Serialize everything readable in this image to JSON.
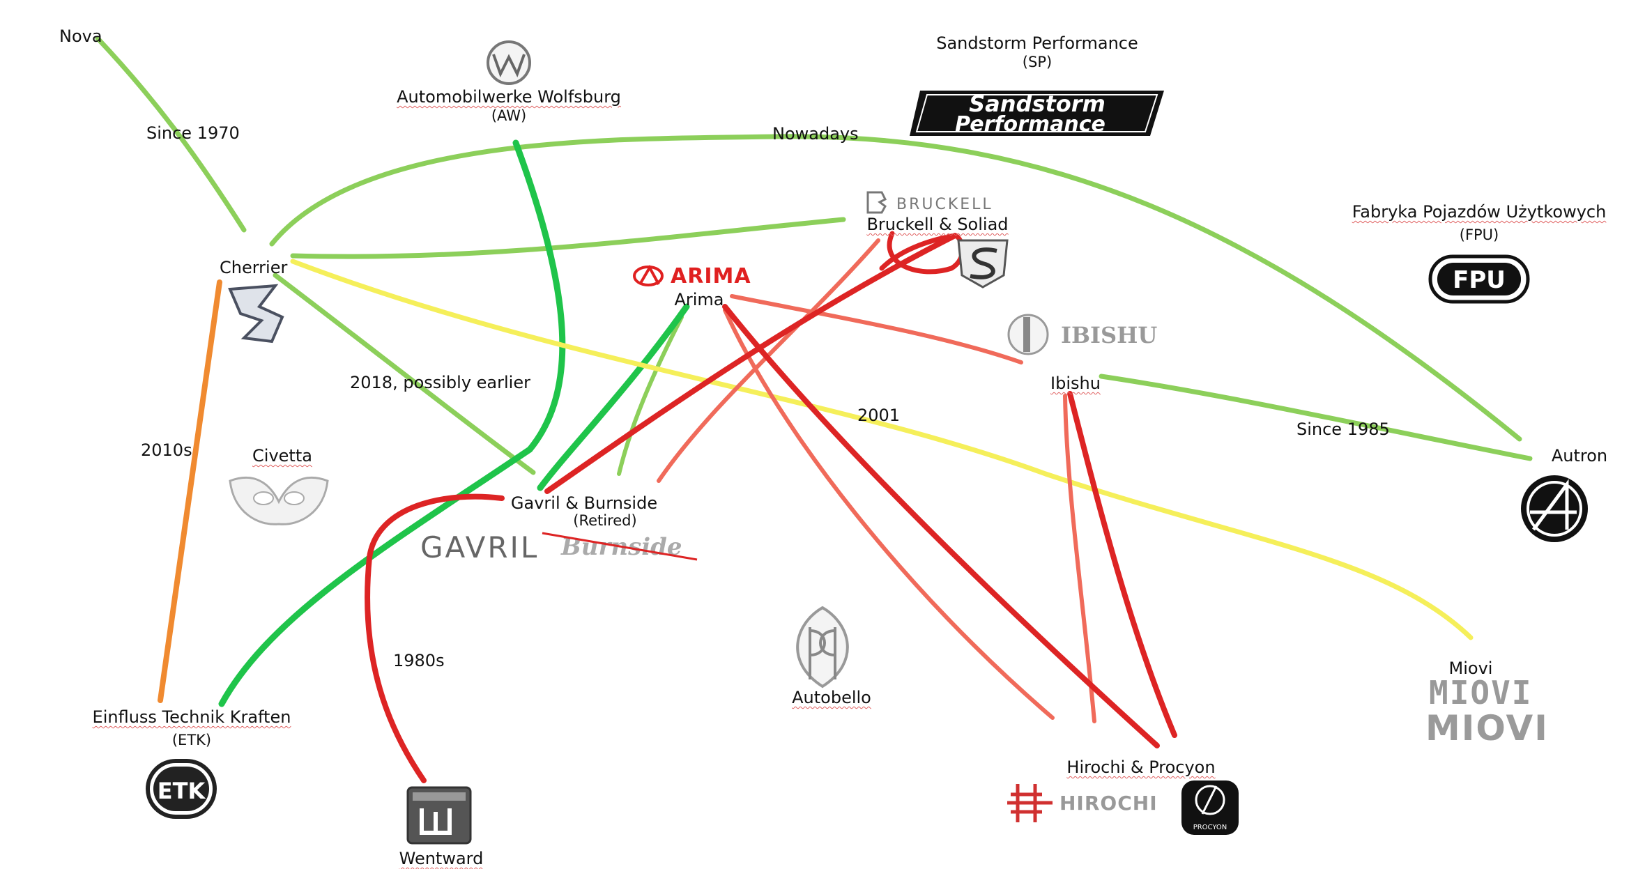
{
  "companies": {
    "nova": "Nova",
    "aw_name": "Automobilwerke Wolfsburg",
    "aw_abbr": "(AW)",
    "sp_name": "Sandstorm Performance",
    "sp_abbr": "(SP)",
    "cherrier": "Cherrier",
    "bruckell": "Bruckell & Soliad",
    "arima": "Arima",
    "fpu_name": "Fabryka Pojazdów Użytkowych",
    "fpu_abbr": "(FPU)",
    "ibishu": "Ibishu",
    "civetta": "Civetta",
    "gavril": "Gavril & Burnside",
    "gavril_note": "(Retired)",
    "autron": "Autron",
    "autobello": "Autobello",
    "miovi": "Miovi",
    "etk_name": "Einfluss Technik Kraften",
    "etk_abbr": "(ETK)",
    "hirochi": "Hirochi & Procyon",
    "wentward": "Wentward"
  },
  "edge_labels": {
    "since_1970": "Since 1970",
    "nowadays": "Nowadays",
    "possibly_earlier": "2018, possibly earlier",
    "y2001": "2001",
    "since_1985": "Since 1985",
    "s2010s": "2010s",
    "s1980s": "1980s"
  },
  "logo_text": {
    "sandstorm_1": "Sandstorm",
    "sandstorm_2": "Performance",
    "bruckell": "BRUCKELL",
    "arima": "ARIMA",
    "ibishu": "IBISHU",
    "fpu": "FPU",
    "gavril": "GAVRIL",
    "burnside": "Burnside",
    "hirochi": "HIROCHI",
    "procyon": "PROCYON",
    "etk": "ETK",
    "miovi": "MIOVI"
  },
  "colors": {
    "light_green": "#8ccf5a",
    "bright_green": "#1fc44a",
    "yellow": "#f5ef5a",
    "orange": "#f08a30",
    "red": "#dd2424",
    "salmon": "#f06a5a",
    "arima_red": "#e02020",
    "logo_gray": "#8a8a8a"
  }
}
